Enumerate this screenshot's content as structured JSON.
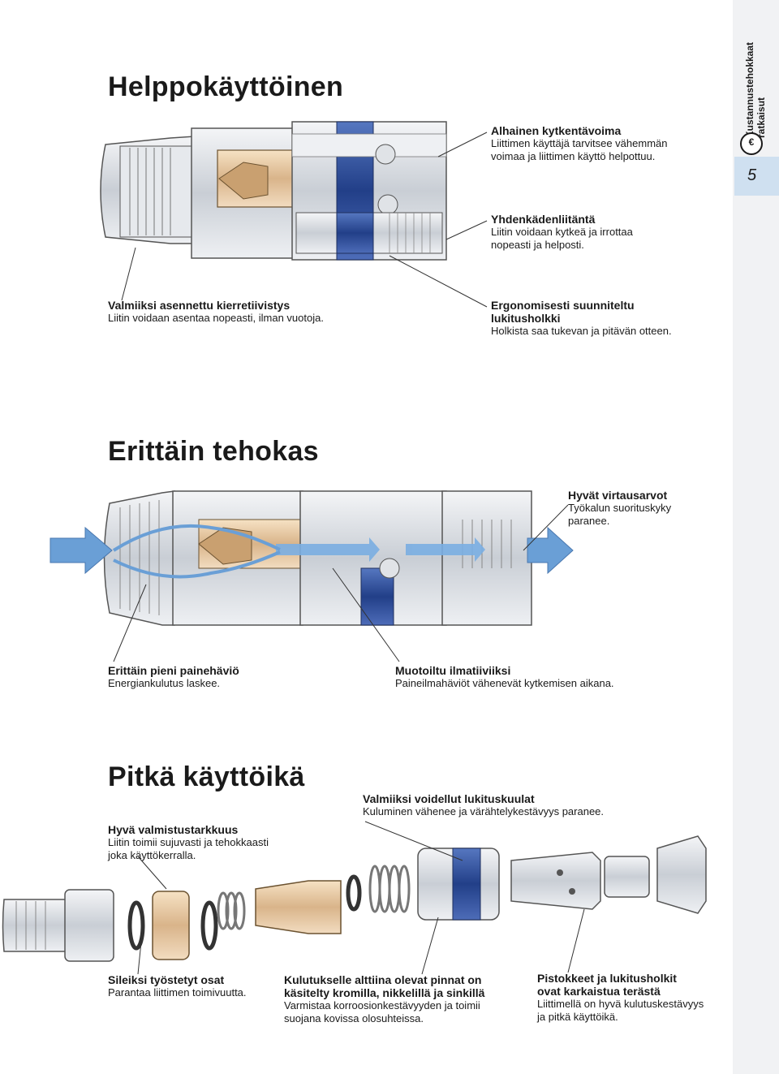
{
  "sidebar": {
    "title_line1": "Kustannustehokkaat",
    "title_line2": "ratkaisut",
    "badge_symbol": "€",
    "page_number": "5",
    "tab_color": "#cfe0f0"
  },
  "section1": {
    "heading": "Helppokäyttöinen",
    "callouts": [
      {
        "title": "Alhainen kytkentävoima",
        "text1": "Liittimen käyttäjä tarvitsee vähemmän",
        "text2": "voimaa ja liittimen käyttö helpottuu."
      },
      {
        "title": "Yhdenkädenliitäntä",
        "text1": "Liitin voidaan kytkeä ja irrottaa",
        "text2": "nopeasti ja helposti."
      },
      {
        "title": "Valmiiksi asennettu kierretiivistys",
        "text1": "Liitin voidaan asentaa nopeasti, ilman vuotoja."
      },
      {
        "title": "Ergonomisesti suunniteltu",
        "title2": "lukitusholkki",
        "text1": "Holkista saa tukevan ja pitävän otteen."
      }
    ]
  },
  "section2": {
    "heading": "Erittäin tehokas",
    "callouts": [
      {
        "title": "Hyvät virtausarvot",
        "text1": "Työkalun suorituskyky",
        "text2": "paranee."
      },
      {
        "title": "Erittäin pieni painehäviö",
        "text1": "Energiankulutus laskee."
      },
      {
        "title": "Muotoiltu ilmatiiviiksi",
        "text1": "Paineilmahäviöt vähenevät kytkemisen aikana."
      }
    ]
  },
  "section3": {
    "heading": "Pitkä käyttöikä",
    "callouts": [
      {
        "title": "Valmiiksi voidellut lukituskuulat",
        "text1": "Kuluminen vähenee ja värähtelykestävyys paranee."
      },
      {
        "title": "Hyvä valmistustarkkuus",
        "text1": "Liitin toimii sujuvasti ja tehokkaasti",
        "text2": "joka käyttökerralla."
      },
      {
        "title": "Sileiksi työstetyt osat",
        "text1": "Parantaa liittimen toimivuutta."
      },
      {
        "title": "Kulutukselle alttiina olevat pinnat on",
        "title2": "käsitelty kromilla, nikkelillä ja sinkillä",
        "text1": "Varmistaa korroosionkestävyyden ja toimii",
        "text2": "suojana kovissa olosuhteissa."
      },
      {
        "title": "Pistokkeet ja lukitusholkit",
        "title2": "ovat karkaistua terästä",
        "text1": "Liittimellä on hyvä kulutuskestävyys",
        "text2": "ja pitkä käyttöikä."
      }
    ]
  },
  "colors": {
    "steel": "#d9dde2",
    "steel_dark": "#9aa0a8",
    "brass": "#e8c9a0",
    "blue_band": "#2f4f9a",
    "flow_arrow": "#6a9fd6"
  }
}
